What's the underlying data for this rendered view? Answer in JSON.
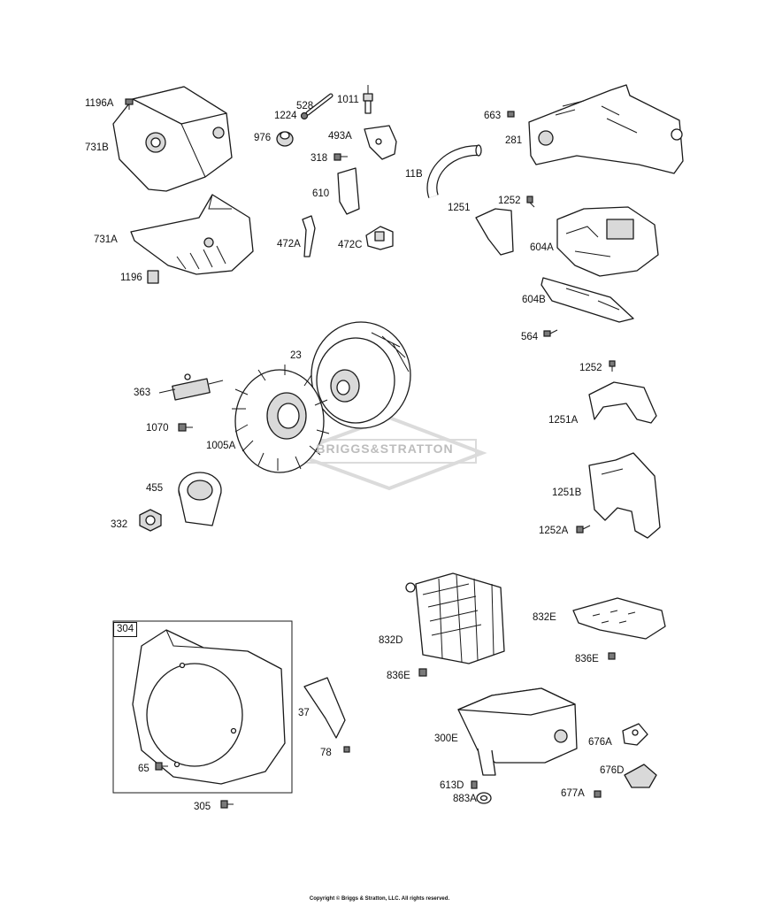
{
  "parts": {
    "p1196A": "1196A",
    "p731B": "731B",
    "p731A": "731A",
    "p1196": "1196",
    "p528": "528",
    "p1224": "1224",
    "p1011": "1011",
    "p976": "976",
    "p493A": "493A",
    "p318": "318",
    "p610": "610",
    "p472A": "472A",
    "p472C": "472C",
    "p663": "663",
    "p281": "281",
    "p11B": "11B",
    "p1252": "1252",
    "p1251": "1251",
    "p604A": "604A",
    "p604B": "604B",
    "p564": "564",
    "p23": "23",
    "p363": "363",
    "p1070": "1070",
    "p1005A": "1005A",
    "p455": "455",
    "p332": "332",
    "p1252b": "1252",
    "p1251A": "1251A",
    "p1251B": "1251B",
    "p1252A": "1252A",
    "p832D": "832D",
    "p832E": "832E",
    "p836E": "836E",
    "p836Eb": "836E",
    "p300E": "300E",
    "p676A": "676A",
    "p676D": "676D",
    "p613D": "613D",
    "p883A": "883A",
    "p677A": "677A",
    "p304": "304",
    "p37": "37",
    "p78": "78",
    "p65": "65",
    "p305": "305"
  },
  "watermark": "BRIGGS&STRATTON",
  "copyright": "Copyright © Briggs & Stratton, LLC. All rights reserved."
}
